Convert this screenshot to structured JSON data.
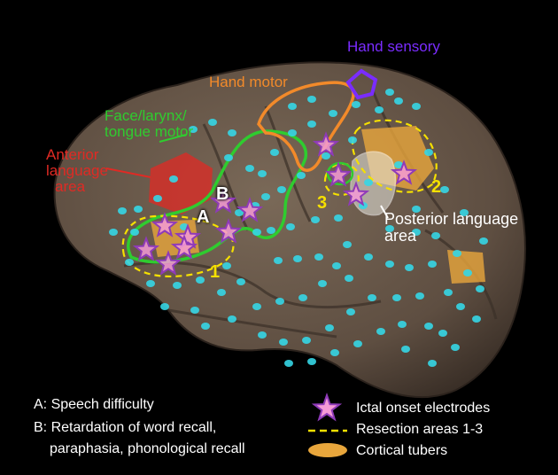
{
  "colors": {
    "background": "#000000",
    "brain": "#6b5a4b",
    "electrode": "#35d6e6",
    "ictal_star_fill": "#f59ad6",
    "ictal_star_stroke": "#8e3ab8",
    "resection": "#f5e000",
    "tuber": "#e8a63c",
    "face_motor": "#2fcc2f",
    "hand_motor": "#f28a2a",
    "hand_sensory": "#7a2cff",
    "anterior_language": "#e02a24",
    "posterior_language": "#e8e8e0"
  },
  "regions": {
    "hand_sensory": "Hand sensory",
    "hand_motor": "Hand motor",
    "face_motor_line1": "Face/larynx/",
    "face_motor_line2": "tongue motor",
    "anterior_language_line1": "Anterior",
    "anterior_language_line2": "language",
    "anterior_language_line3": "area",
    "posterior_language_line1": "Posterior language",
    "posterior_language_line2": "area"
  },
  "point_labels": {
    "a": "A",
    "b": "B"
  },
  "resection_numbers": {
    "n1": "1",
    "n2": "2",
    "n3": "3"
  },
  "legend": {
    "a_text": "A: Speech difficulty",
    "b_line1": "B: Retardation of word recall,",
    "b_line2": "paraphasia, phonological recall",
    "ictal": "Ictal onset electrodes",
    "resection": "Resection areas 1-3",
    "tubers": "Cortical tubers"
  }
}
